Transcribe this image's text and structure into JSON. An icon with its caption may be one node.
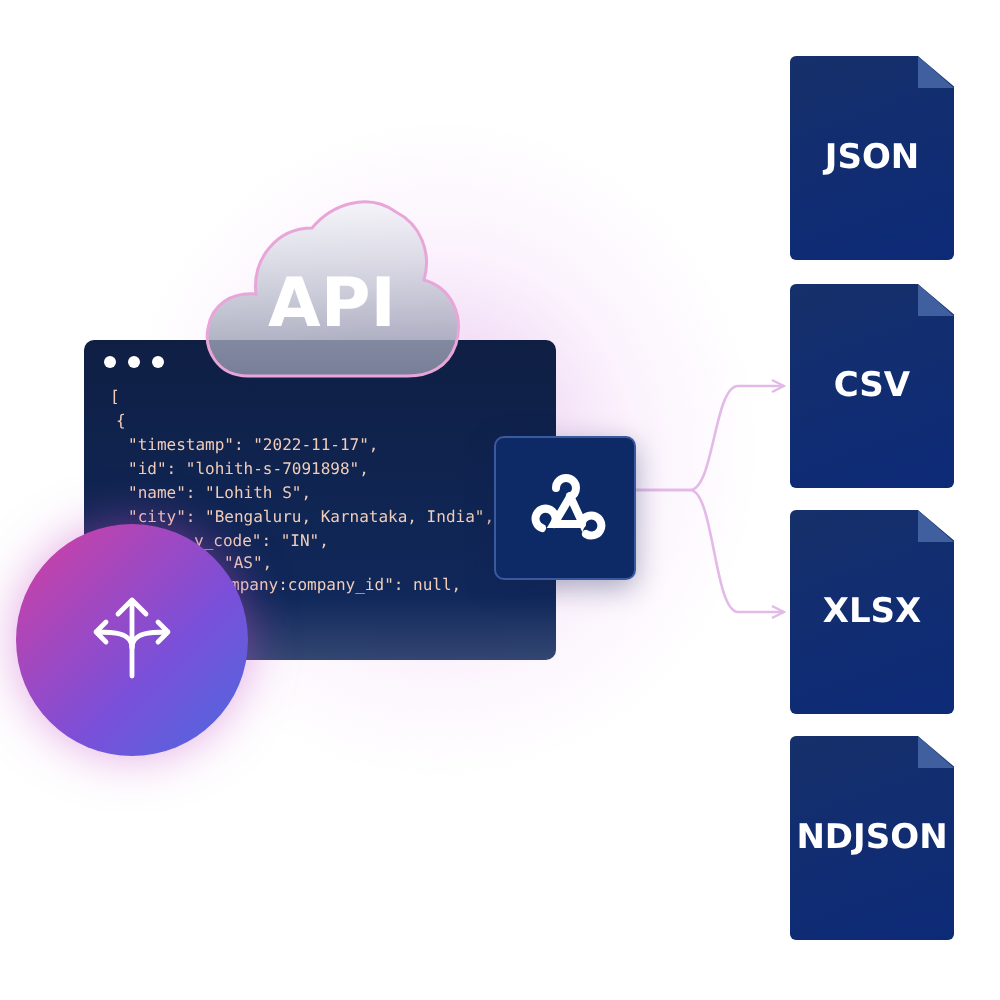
{
  "diagram": {
    "nodes": [
      {
        "text": [
          "API"
        ]
      },
      {
        "text": [
          "[",
          "{",
          "\"timestamp\": \"2022-11-17\",",
          "\"id\": \"lohith-s-7091898\",",
          "\"name\": \"Lohith S\",",
          "\"city\": \"Bengaluru, Karnataka, India\",",
          "y_code\": \"IN\",",
          "\"AS\",",
          "mpany:company_id\": null,"
        ]
      },
      {
        "text": [
          "JSON"
        ]
      },
      {
        "text": [
          "CSV"
        ]
      },
      {
        "text": [
          "XLSX"
        ]
      },
      {
        "text": [
          "NDJSON"
        ]
      }
    ],
    "edges": [
      {
        "from": 1,
        "to": 3,
        "arrow": "to"
      },
      {
        "from": 1,
        "to": 4,
        "arrow": "to"
      }
    ]
  }
}
